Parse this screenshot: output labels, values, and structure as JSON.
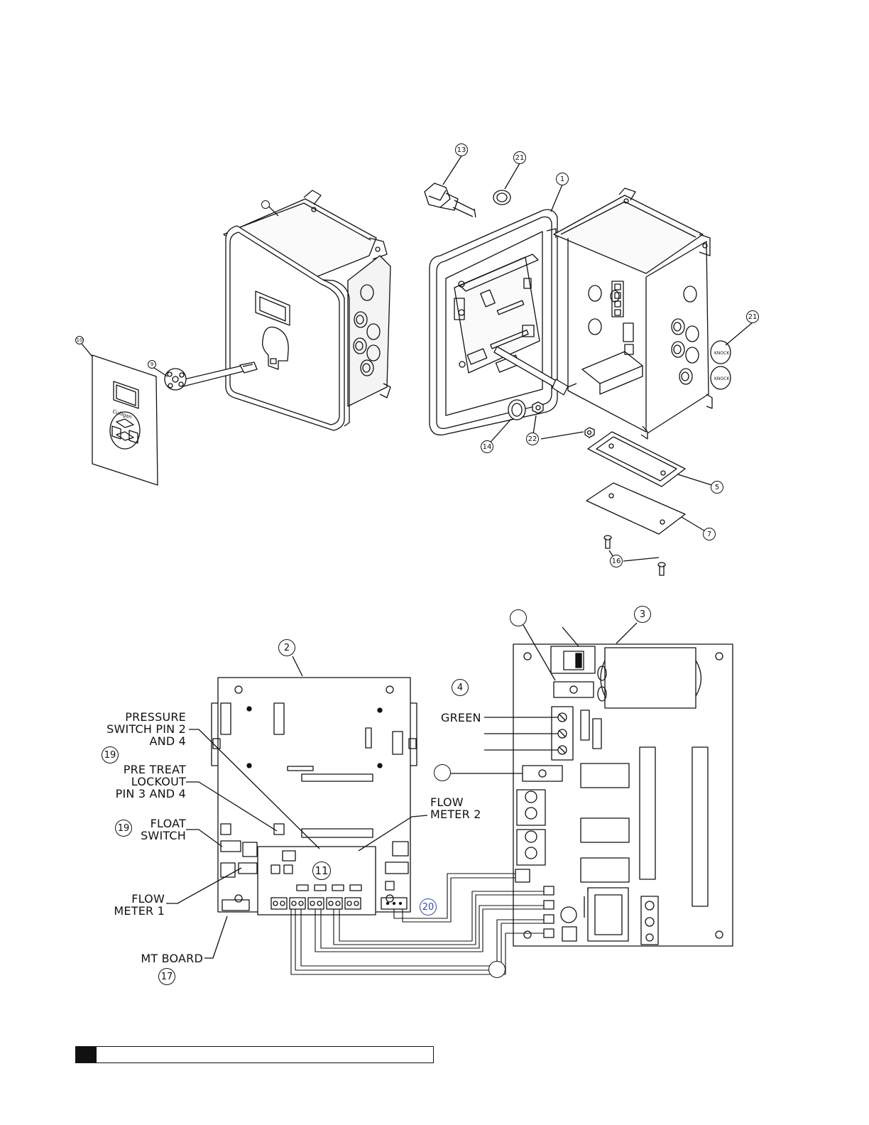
{
  "balloons": {
    "b1": "1",
    "b13": "13",
    "b21a": "21",
    "b21b": "21",
    "b14": "14",
    "b22": "22",
    "b5": "5",
    "b7": "7",
    "b16": "16",
    "b10": "10",
    "b9": "9",
    "blank_top": "",
    "b2": "2",
    "b3": "3",
    "b4": "4",
    "b11": "11",
    "b19a": "19",
    "b19b": "19",
    "b20": "20",
    "b17": "17",
    "blank_fuse_top": "",
    "blank_fuse_mid": "",
    "blank_bottom": ""
  },
  "labels": {
    "pressure_switch": [
      "PRESSURE",
      "SWITCH PIN 2",
      "AND 4"
    ],
    "pretreat": [
      "PRE TREAT",
      "LOCKOUT",
      "PIN 3 AND 4"
    ],
    "float_switch": [
      "FLOAT",
      "SWITCH"
    ],
    "flow_meter_2": [
      "FLOW",
      "METER 2"
    ],
    "flow_meter_1": [
      "FLOW",
      "METER 1"
    ],
    "mt_board": "MT BOARD",
    "green": "GREEN"
  },
  "footer": {
    "page_text": ""
  }
}
